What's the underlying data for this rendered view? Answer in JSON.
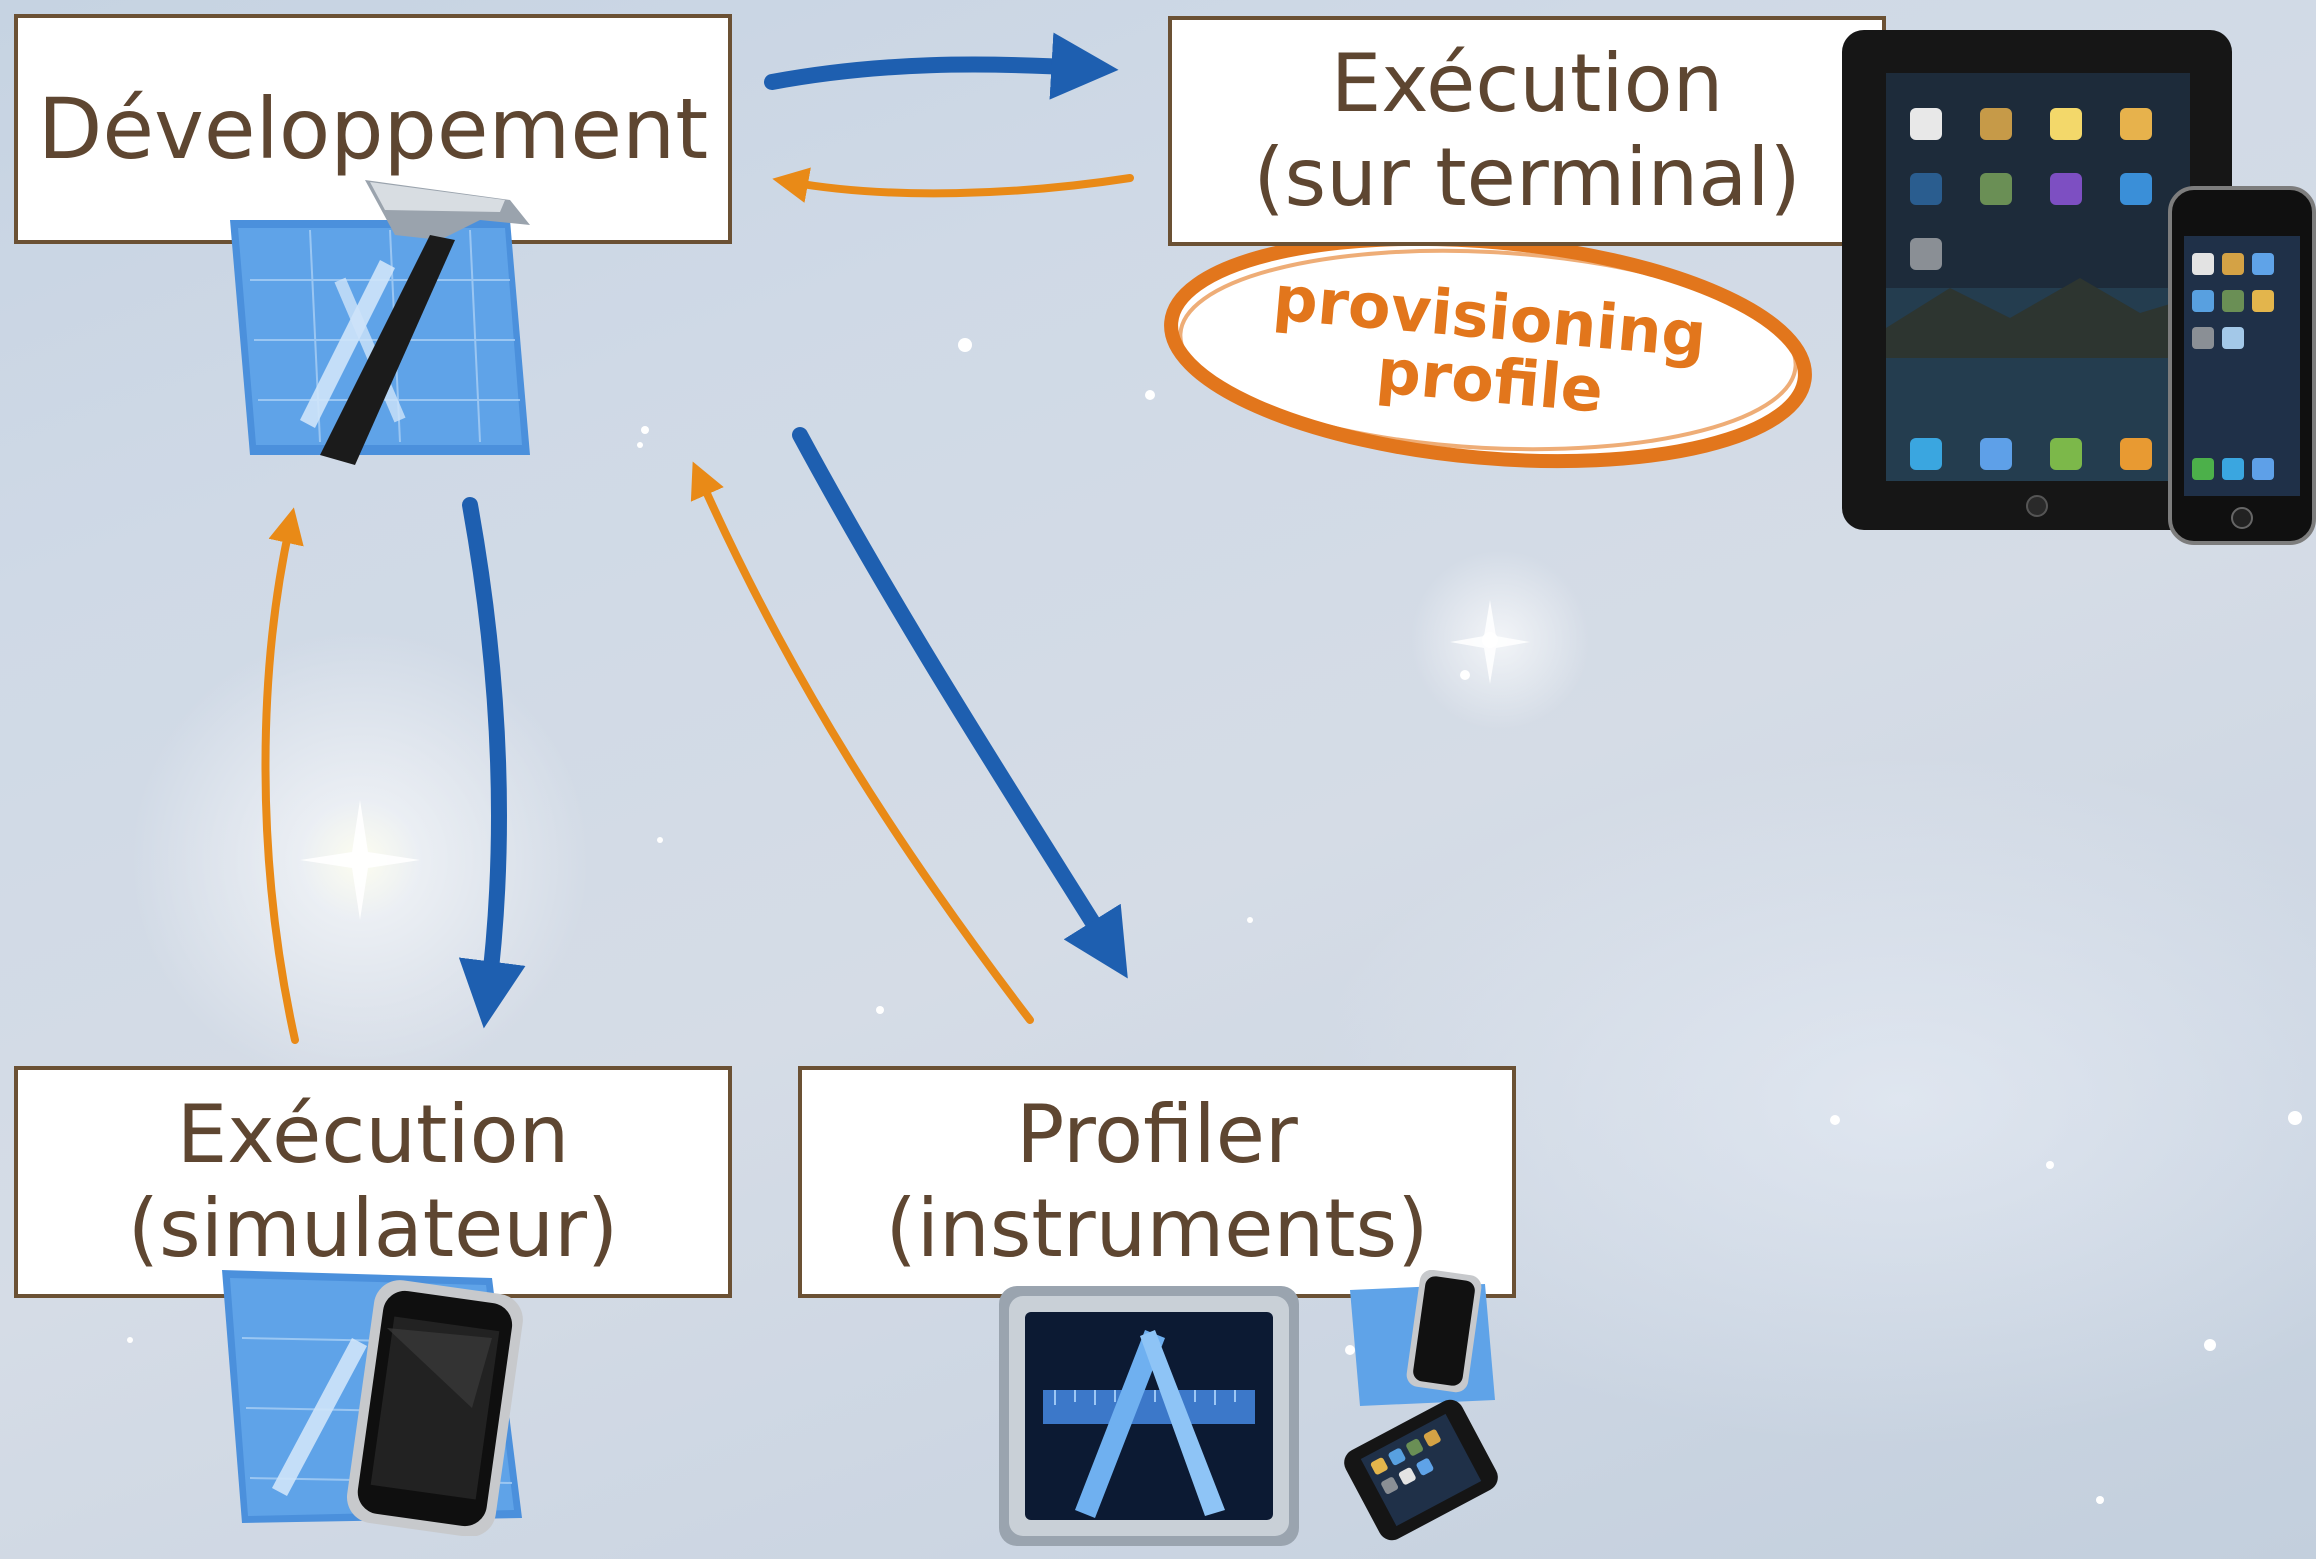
{
  "boxes": {
    "dev": {
      "line1": "Développement",
      "line2": ""
    },
    "term": {
      "line1": "Exécution",
      "line2": "(sur terminal)"
    },
    "sim": {
      "line1": "Exécution",
      "line2": "(simulateur)"
    },
    "prof": {
      "line1": "Profiler",
      "line2": "(instruments)"
    }
  },
  "badge": {
    "line1": "provisioning",
    "line2": "profile"
  },
  "colors": {
    "blue_arrow": "#1e5fb0",
    "orange_arrow": "#e98a17",
    "box_border": "#6b5134",
    "text": "#5e4631",
    "badge": "#e2761c"
  },
  "icons": {
    "dev": "xcode-hammer-icon",
    "term": "ipad-iphone-icon",
    "sim": "simulator-icon",
    "prof": "instruments-icon"
  }
}
